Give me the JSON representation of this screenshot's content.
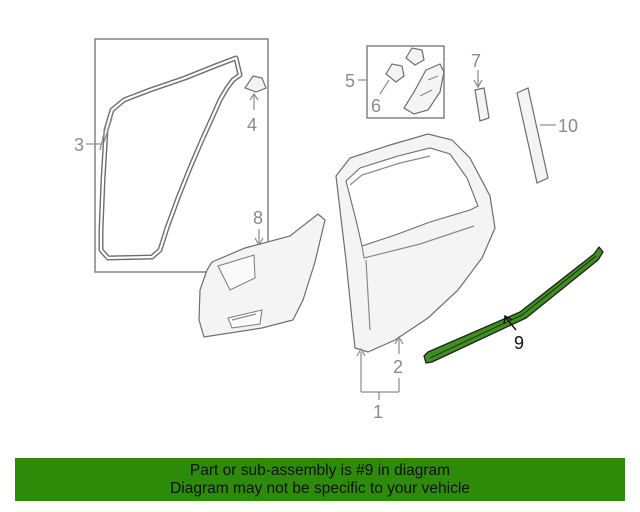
{
  "callouts": {
    "c1": "1",
    "c2": "2",
    "c3": "3",
    "c4": "4",
    "c5": "5",
    "c6": "6",
    "c7": "7",
    "c8": "8",
    "c9": "9",
    "c10": "10"
  },
  "banner": {
    "line1": "Part or sub-assembly is #9 in diagram",
    "line2": "Diagram may not be specific to your vehicle"
  },
  "colors": {
    "banner_bg": "#2e8b0a",
    "highlight_part": "#2e8b0a",
    "line_art": "#6e6e6e",
    "callout_text": "#8a8a8a"
  }
}
